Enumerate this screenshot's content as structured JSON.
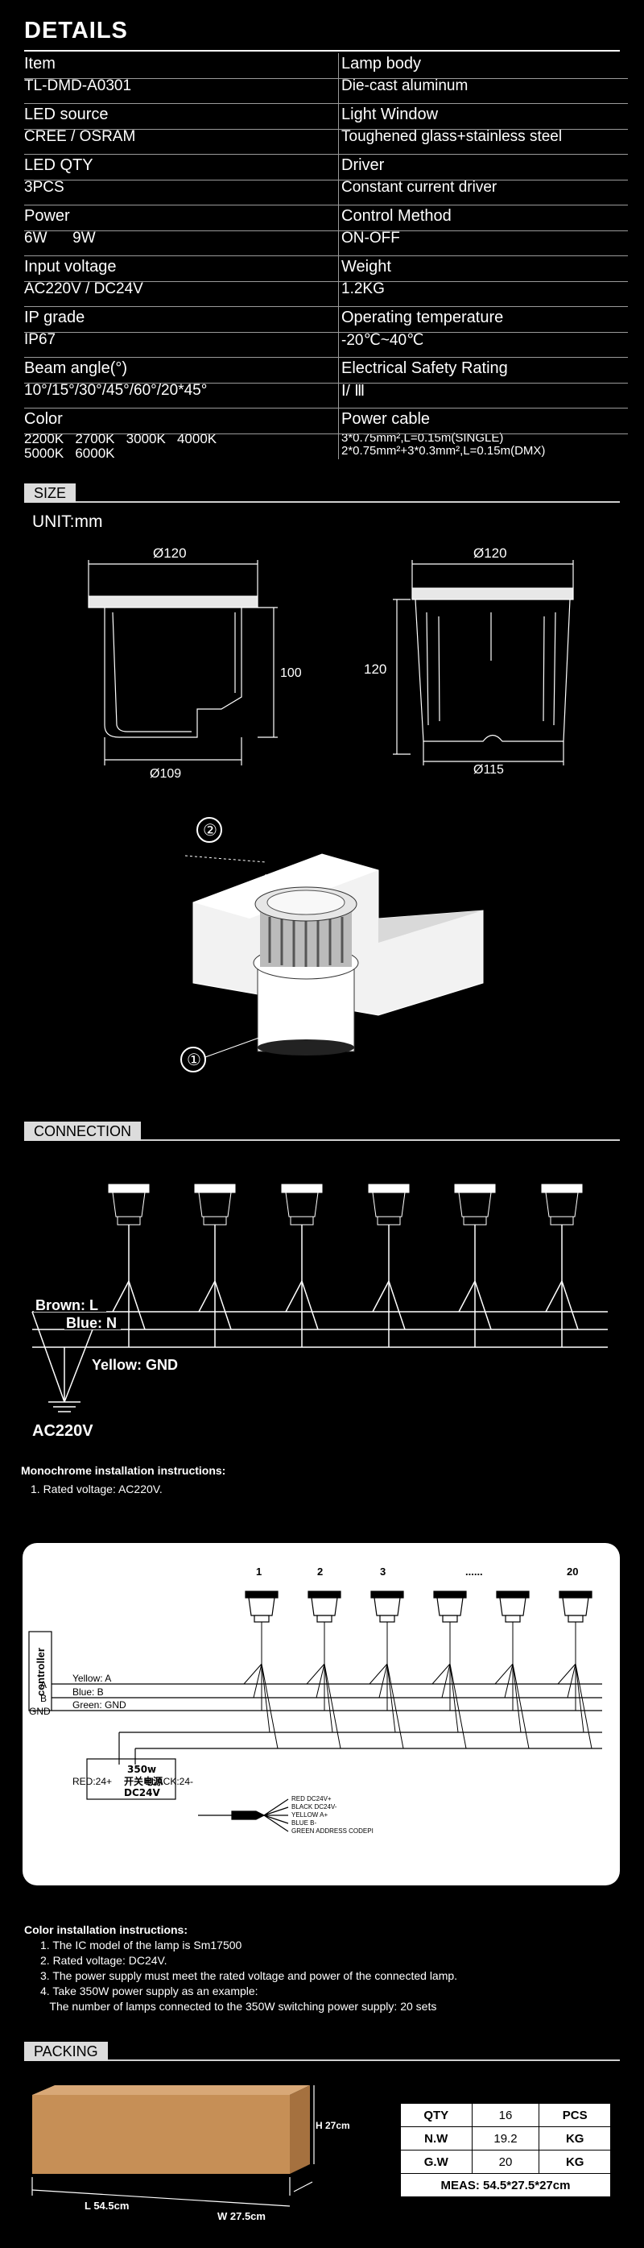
{
  "details": {
    "title": "DETAILS",
    "left": [
      {
        "label": "Item",
        "value": "TL-DMD-A0301"
      },
      {
        "label": "LED source",
        "value": "CREE / OSRAM"
      },
      {
        "label": "LED QTY",
        "value": "3PCS"
      },
      {
        "label": "Power",
        "value": "6W      9W"
      },
      {
        "label": "Input voltage",
        "value": "AC220V / DC24V"
      },
      {
        "label": "IP grade",
        "value": "IP67"
      },
      {
        "label": "Beam angle(°)",
        "value": "10°/15°/30°/45°/60°/20*45°"
      },
      {
        "label": "Color",
        "value": "2200K   2700K   3000K   4000K",
        "value2": "5000K   6000K"
      }
    ],
    "right": [
      {
        "label": "Lamp body",
        "value": "Die-cast aluminum"
      },
      {
        "label": "Light Window",
        "value": "Toughened glass+stainless steel"
      },
      {
        "label": "Driver",
        "value": "Constant current driver"
      },
      {
        "label": "Control Method",
        "value": "ON-OFF"
      },
      {
        "label": "Weight",
        "value": "1.2KG"
      },
      {
        "label": "Operating temperature",
        "value": "-20℃~40℃"
      },
      {
        "label": "Electrical Safety Rating",
        "value": "Ⅰ/ Ⅲ"
      },
      {
        "label": "Power cable",
        "value": "3*0.75mm²,L=0.15m(SINGLE)",
        "value2": "2*0.75mm²+3*0.3mm²,L=0.15m(DMX)"
      }
    ]
  },
  "size": {
    "tag": "SIZE",
    "unit": "UNIT:mm",
    "dim_top_left": "Ø120",
    "dim_height_left": "100",
    "dim_bottom_left": "Ø109",
    "dim_top_right": "Ø120",
    "dim_height_right": "120",
    "dim_bottom_right": "Ø115",
    "callout_1": "①",
    "callout_2": "②"
  },
  "connection": {
    "tag": "CONNECTION",
    "brown": "Brown: L",
    "blue": "Blue: N",
    "yellow": "Yellow: GND",
    "ac": "AC220V",
    "mono_title": "Monochrome installation instructions:",
    "mono_1": "1. Rated voltage: AC220V."
  },
  "control": {
    "controller": "controller",
    "a": "A",
    "b": "B",
    "gnd": "GND",
    "wire_a": "Yellow: A",
    "wire_b": "Blue: B",
    "wire_gnd": "Green: GND",
    "red": "RED:24+",
    "black": "BLACK:24-",
    "psu_1": "350w",
    "psu_2": "开关电源",
    "psu_3": "DC24V",
    "lamp_nums": [
      "1",
      "2",
      "3",
      "......",
      "20"
    ],
    "legend": [
      "RED  DC24V+",
      "BLACK  DC24V-",
      "YELLOW  A+",
      "BLUE  B-",
      "GREEN ADDRESS CODEPI"
    ],
    "color_title": "Color installation instructions:",
    "notes": [
      "1. The IC model of the lamp is Sm17500",
      "2. Rated voltage: DC24V.",
      "3. The power supply must meet the rated voltage and power of the connected lamp.",
      "4. Take 350W power supply as an example:",
      "   The number of lamps connected to the 350W switching power supply: 20 sets"
    ]
  },
  "packing": {
    "tag": "PACKING",
    "h": "H 27cm",
    "l": "L 54.5cm",
    "w": "W 27.5cm",
    "table": {
      "qty_label": "QTY",
      "qty_value": "16",
      "qty_unit": "PCS",
      "nw_label": "N.W",
      "nw_value": "19.2",
      "nw_unit": "KG",
      "gw_label": "G.W",
      "gw_value": "20",
      "gw_unit": "KG",
      "meas": "MEAS: 54.5*27.5*27cm"
    }
  }
}
